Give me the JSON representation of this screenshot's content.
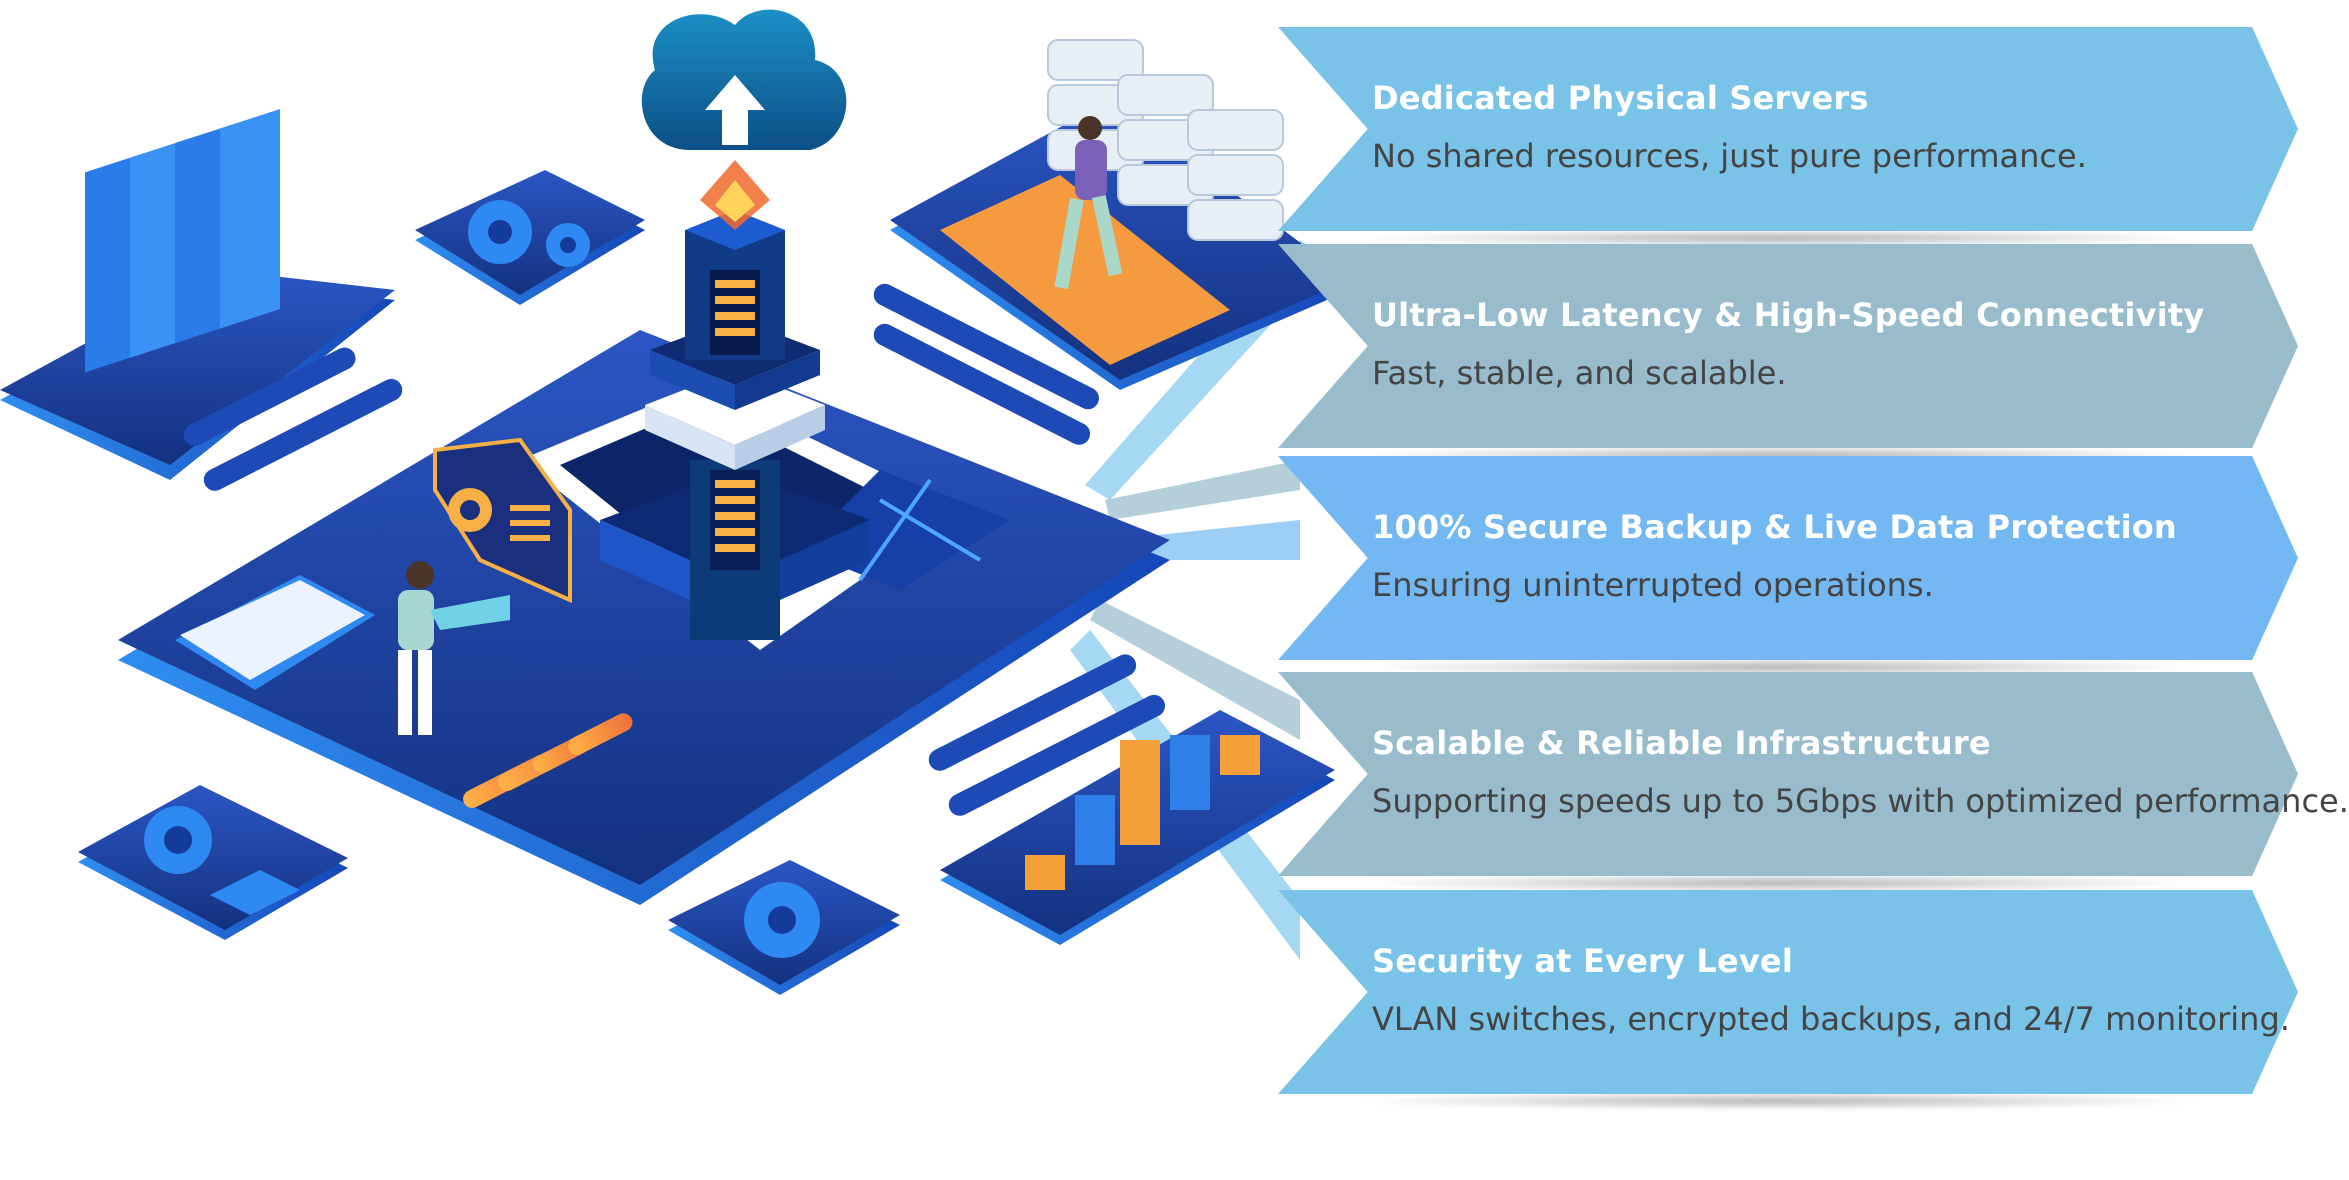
{
  "colors": {
    "panel_light_blue": "#79c3e8",
    "panel_grey_blue": "#98bccb",
    "panel_sky_blue": "#73b8f2",
    "platform_navy": "#1a3a8f",
    "platform_blue": "#2d5fd0",
    "accent_orange": "#f4a23a",
    "accent_cyan": "#53d4ff"
  },
  "features": [
    {
      "title": "Dedicated Physical Servers",
      "description": "No shared resources, just pure performance.",
      "color": "#79c3e8"
    },
    {
      "title": "Ultra-Low Latency & High-Speed Connectivity",
      "description": "Fast, stable, and scalable.",
      "color": "#98bccb"
    },
    {
      "title": "100% Secure Backup & Live Data Protection",
      "description": "Ensuring uninterrupted operations.",
      "color": "#73b8f2"
    },
    {
      "title": "Scalable & Reliable Infrastructure",
      "description": "Supporting speeds up to 5Gbps with optimized performance.",
      "color": "#98bccb"
    },
    {
      "title": "Security at Every Level",
      "description": "VLAN switches, encrypted backups, and 24/7 monitoring.",
      "color": "#79c3e8"
    }
  ],
  "illustration": {
    "icons": [
      "cloud-upload-icon",
      "gears-icon",
      "server-rack-icon",
      "document-stack-icon",
      "email-at-icon",
      "envelope-icon",
      "gear-icon",
      "bar-chart-icon",
      "pie-chart-monitor-icon",
      "keyboard-icon",
      "tablet-icon"
    ]
  }
}
